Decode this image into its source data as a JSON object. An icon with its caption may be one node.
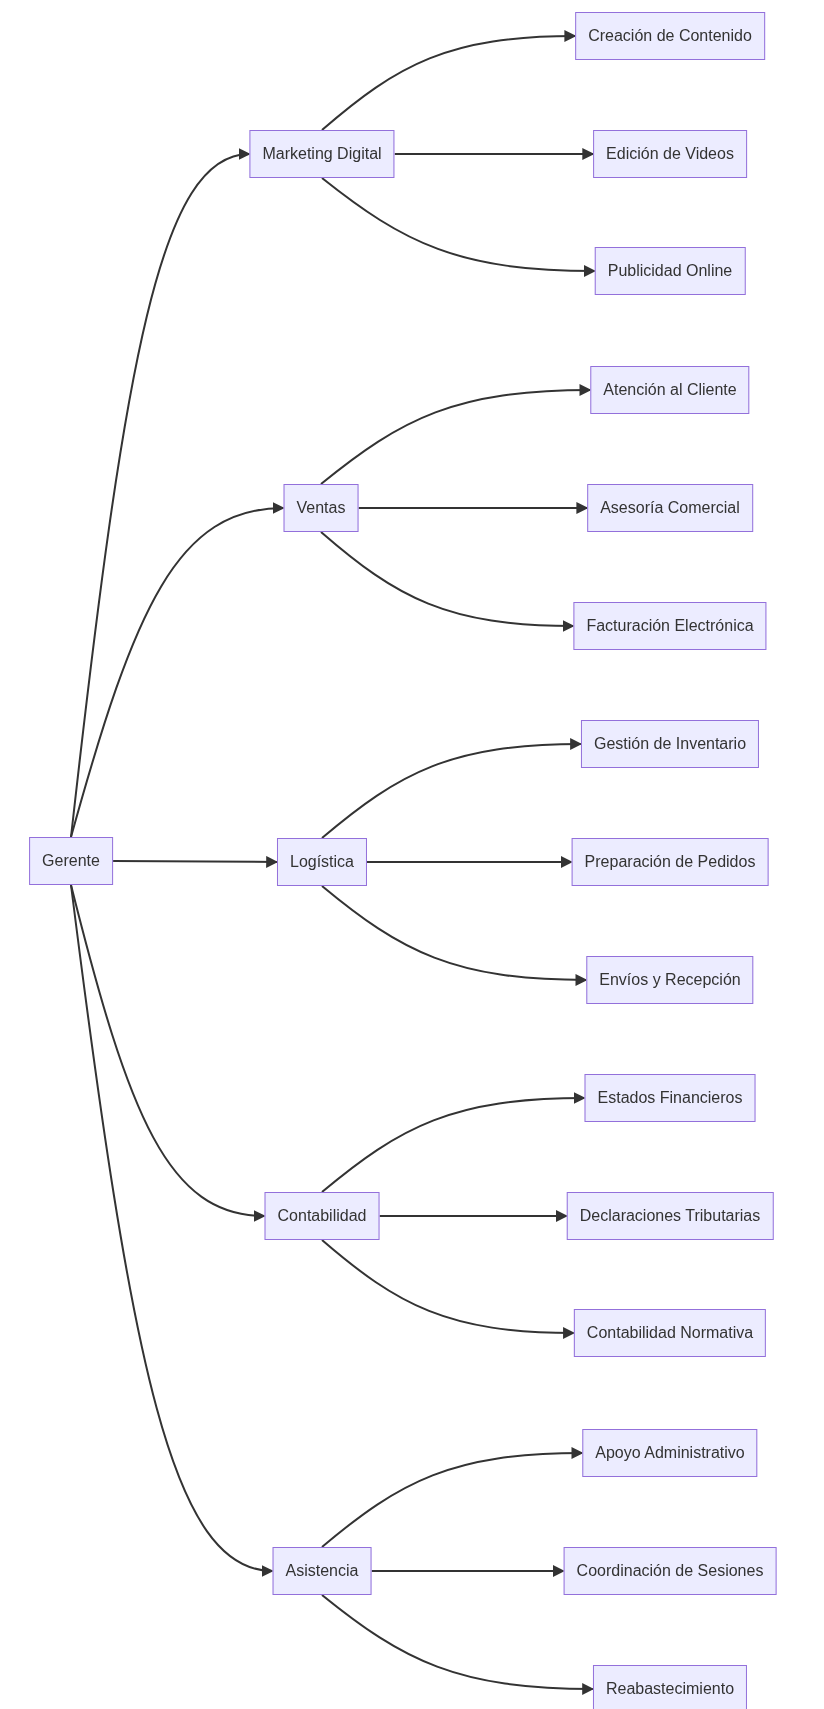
{
  "diagram": {
    "nodes": [
      {
        "text": [
          "Gerente"
        ]
      },
      {
        "text": [
          "Marketing Digital"
        ]
      },
      {
        "text": [
          "Creación de Contenido"
        ]
      },
      {
        "text": [
          "Edición de Videos"
        ]
      },
      {
        "text": [
          "Publicidad Online"
        ]
      },
      {
        "text": [
          "Ventas"
        ]
      },
      {
        "text": [
          "Atención al Cliente"
        ]
      },
      {
        "text": [
          "Asesoría Comercial"
        ]
      },
      {
        "text": [
          "Facturación Electrónica"
        ]
      },
      {
        "text": [
          "Logística"
        ]
      },
      {
        "text": [
          "Gestión de Inventario"
        ]
      },
      {
        "text": [
          "Preparación de Pedidos"
        ]
      },
      {
        "text": [
          "Envíos y Recepción"
        ]
      },
      {
        "text": [
          "Contabilidad"
        ]
      },
      {
        "text": [
          "Estados Financieros"
        ]
      },
      {
        "text": [
          "Declaraciones Tributarias"
        ]
      },
      {
        "text": [
          "Contabilidad Normativa"
        ]
      },
      {
        "text": [
          "Asistencia"
        ]
      },
      {
        "text": [
          "Apoyo Administrativo"
        ]
      },
      {
        "text": [
          "Coordinación de Sesiones"
        ]
      },
      {
        "text": [
          "Reabastecimiento"
        ]
      }
    ],
    "edges": [
      {
        "from": 0,
        "to": 1,
        "arrow": "to"
      },
      {
        "from": 0,
        "to": 5,
        "arrow": "to"
      },
      {
        "from": 0,
        "to": 9,
        "arrow": "to"
      },
      {
        "from": 0,
        "to": 13,
        "arrow": "to"
      },
      {
        "from": 0,
        "to": 17,
        "arrow": "to"
      },
      {
        "from": 1,
        "to": 2,
        "arrow": "to"
      },
      {
        "from": 1,
        "to": 3,
        "arrow": "to"
      },
      {
        "from": 1,
        "to": 4,
        "arrow": "to"
      },
      {
        "from": 5,
        "to": 6,
        "arrow": "to"
      },
      {
        "from": 5,
        "to": 7,
        "arrow": "to"
      },
      {
        "from": 5,
        "to": 8,
        "arrow": "to"
      },
      {
        "from": 9,
        "to": 10,
        "arrow": "to"
      },
      {
        "from": 9,
        "to": 11,
        "arrow": "to"
      },
      {
        "from": 9,
        "to": 12,
        "arrow": "to"
      },
      {
        "from": 13,
        "to": 14,
        "arrow": "to"
      },
      {
        "from": 13,
        "to": 15,
        "arrow": "to"
      },
      {
        "from": 13,
        "to": 16,
        "arrow": "to"
      },
      {
        "from": 17,
        "to": 18,
        "arrow": "to"
      },
      {
        "from": 17,
        "to": 19,
        "arrow": "to"
      },
      {
        "from": 17,
        "to": 20,
        "arrow": "to"
      }
    ]
  }
}
